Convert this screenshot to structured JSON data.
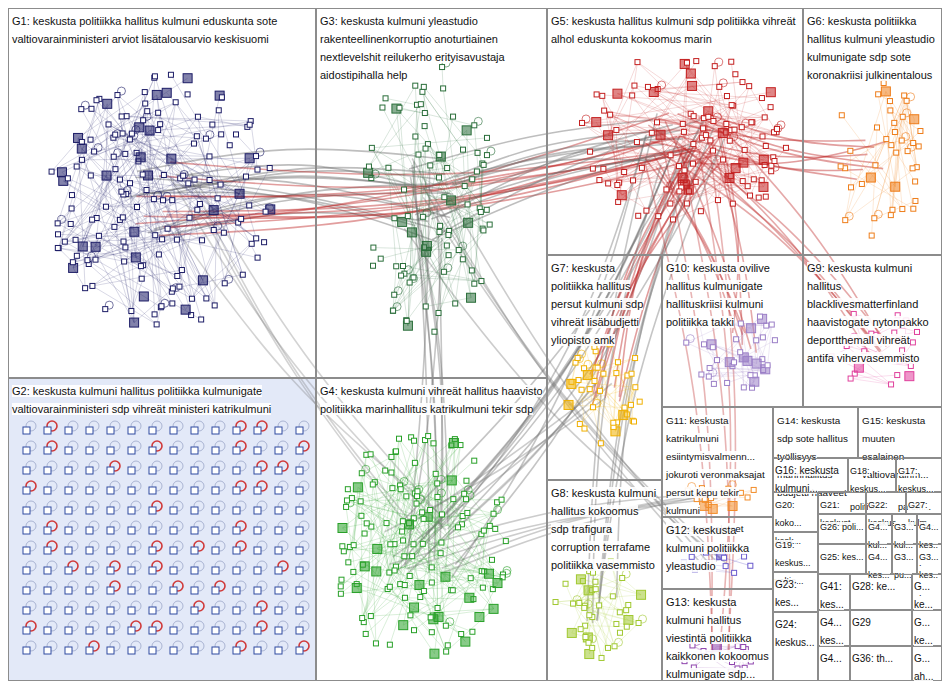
{
  "diagram": {
    "nodes": [
      {
        "text": [
          "G1: keskusta politiikka hallitus kulmuni eduskunta sote valtiovarainministeri arviot lisätalousarvio keskisuomi"
        ]
      },
      {
        "text": [
          "G3: keskusta kulmuni yleastudio rakenteellinenkorruptio anoturtiainen nextlevelshit reilukerho erityisavustaja aidostipihalla help"
        ]
      },
      {
        "text": [
          "G5: keskusta hallitus kulmuni sdp politiikka vihreät alhol eduskunta kokoomus marin"
        ]
      },
      {
        "text": [
          "G6: keskusta politiikka hallitus kulmuni yleastudio kulmunigate sdp sote koronakriisi julkinentalous"
        ]
      },
      {
        "text": [
          "G2: keskusta kulmuni hallitus politiikka kulmunigate valtiovarainministeri sdp vihreät ministeri katrikulmuni"
        ]
      },
      {
        "text": [
          "G4: keskusta kulmuni vihreät hallitus haavisto politiikka marinhallitus katrikulmuni tekir sdp"
        ]
      },
      {
        "text": [
          "G7: keskusta politiikka hallitus persut kulmuni sdp vihreät lisäbudjetti yliopisto amk"
        ]
      },
      {
        "text": [
          "G10: keskusta ovilive hallitus kulmunigate hallituskriisi kulmuni politiikka takki"
        ]
      },
      {
        "text": [
          "G9: keskusta kulmuni hallitus blacklivesmatterfinland haavistogate nytonpakko deportthemall vihreät antifa vihervasemmisto"
        ]
      },
      {
        "text": [
          "G8: keskusta kulmuni hallitus kokoomus sdp trafigura corruption terrafame politiikka vasemmisto"
        ]
      },
      {
        "text": [
          "G11: keskusta katrikulmuni esiintymisvalmenn... jokuroti veronmaksajat persut kepu tekir kulmuni perussuomalaiset"
        ]
      },
      {
        "text": [
          "G14: keskusta sdp sote hallitus työllisyys marinhallitus budjetti haaveet"
        ]
      },
      {
        "text": [
          "G15: keskusta muuten esalainen valtiovarainm..."
        ]
      },
      {
        "text": [
          "G12: keskusta kulmuni politiikka yleastudio"
        ]
      },
      {
        "text": [
          "G13: keskusta kulmuni hallitus viestintä politiikka kaikkonen kokoomus kulmunigate sdp..."
        ]
      },
      {
        "text": [
          "G16: keskusta kulmuni..."
        ]
      },
      {
        "text": [
          "G18: keskus... politiik..."
        ]
      },
      {
        "text": [
          "G17: keskus... parem..."
        ]
      },
      {
        "text": [
          "G20: koko... kesk..."
        ]
      },
      {
        "text": [
          "G21: keskust..."
        ]
      },
      {
        "text": [
          "G22: keskus..."
        ]
      },
      {
        "text": [
          "G27: kulm..."
        ]
      },
      {
        "text": [
          "G26: poli..."
        ]
      },
      {
        "text": [
          "G4... kul..."
        ]
      },
      {
        "text": [
          "G3... kul..."
        ]
      },
      {
        "text": [
          "G4... kes..."
        ]
      },
      {
        "text": [
          "G19: keskus... valtio..."
        ]
      },
      {
        "text": [
          "G25: kes..."
        ]
      },
      {
        "text": [
          "G4... kes..."
        ]
      },
      {
        "text": [
          "G3... pu..."
        ]
      },
      {
        "text": [
          "G3... kes..."
        ]
      },
      {
        "text": [
          "G23: kes..."
        ]
      },
      {
        "text": [
          "G41: kes..."
        ]
      },
      {
        "text": [
          "G28: ke..."
        ]
      },
      {
        "text": [
          "G... ke..."
        ]
      },
      {
        "text": [
          "G24: keskus..."
        ]
      },
      {
        "text": [
          "G4... kes..."
        ]
      },
      {
        "text": [
          "G29"
        ]
      },
      {
        "text": [
          "G... ke..."
        ]
      },
      {
        "text": [
          "G4..."
        ]
      },
      {
        "text": [
          "G36: th..."
        ]
      },
      {
        "text": [
          "G... ah..."
        ]
      }
    ]
  }
}
